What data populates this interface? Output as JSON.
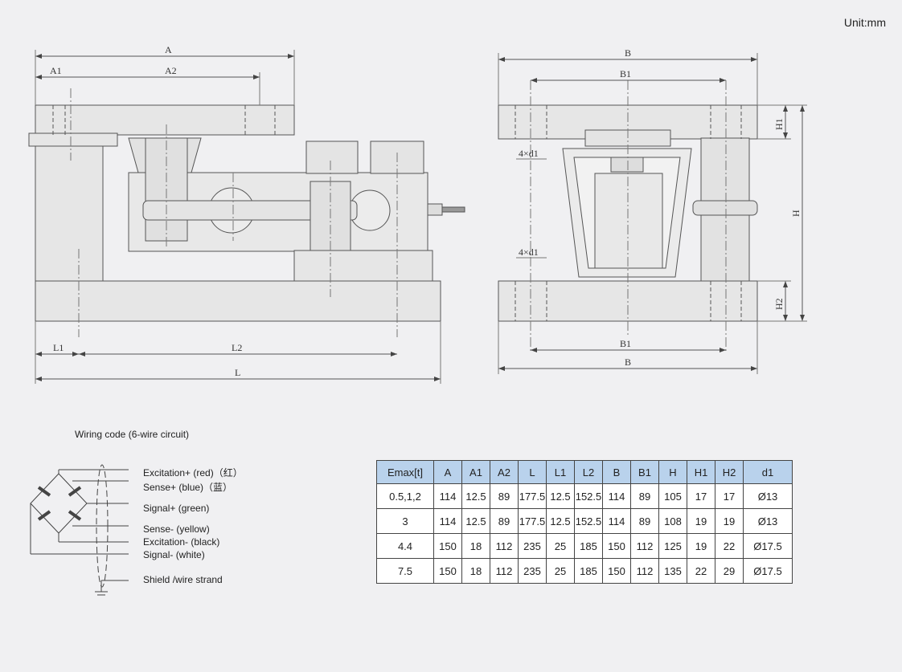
{
  "unit": "Unit:mm",
  "dimensions": {
    "A": "A",
    "A1": "A1",
    "A2": "A2",
    "L": "L",
    "L1": "L1",
    "L2": "L2",
    "B": "B",
    "B1": "B1",
    "H": "H",
    "H1": "H1",
    "H2": "H2",
    "d1": "4×d1"
  },
  "wiring": {
    "title": "Wiring code  (6-wire circuit)",
    "labels": [
      "Excitation+ (red)（红）",
      "Sense+ (blue)（蓝）",
      "Signal+ (green)",
      "Sense- (yellow)",
      "Excitation- (black)",
      "Signal- (white)",
      "Shield /wire strand"
    ]
  },
  "table": {
    "headers": [
      "Emax[t]",
      "A",
      "A1",
      "A2",
      "L",
      "L1",
      "L2",
      "B",
      "B1",
      "H",
      "H1",
      "H2",
      "d1"
    ],
    "rows": [
      [
        "0.5,1,2",
        "114",
        "12.5",
        "89",
        "177.5",
        "12.5",
        "152.5",
        "114",
        "89",
        "105",
        "17",
        "17",
        "Ø13"
      ],
      [
        "3",
        "114",
        "12.5",
        "89",
        "177.5",
        "12.5",
        "152.5",
        "114",
        "89",
        "108",
        "19",
        "19",
        "Ø13"
      ],
      [
        "4.4",
        "150",
        "18",
        "112",
        "235",
        "25",
        "185",
        "150",
        "112",
        "125",
        "19",
        "22",
        "Ø17.5"
      ],
      [
        "7.5",
        "150",
        "18",
        "112",
        "235",
        "25",
        "185",
        "150",
        "112",
        "135",
        "22",
        "29",
        "Ø17.5"
      ]
    ]
  },
  "colors": {
    "background": "#f0f0f2",
    "header": "#b9d2ec",
    "line": "#555555"
  }
}
